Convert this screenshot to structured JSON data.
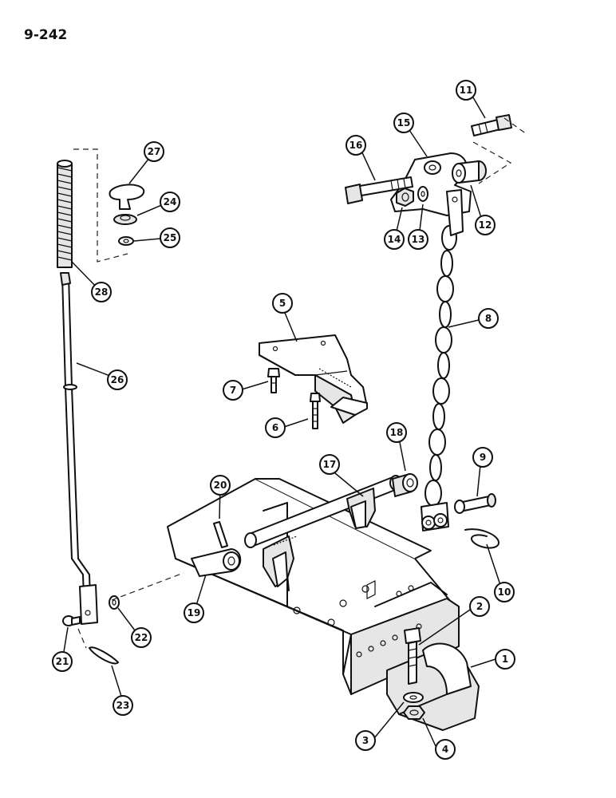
{
  "page_number": "9-242",
  "callouts": [
    {
      "id": "c1",
      "label": "1"
    },
    {
      "id": "c2",
      "label": "2"
    },
    {
      "id": "c3",
      "label": "3"
    },
    {
      "id": "c4",
      "label": "4"
    },
    {
      "id": "c5",
      "label": "5"
    },
    {
      "id": "c6",
      "label": "6"
    },
    {
      "id": "c7",
      "label": "7"
    },
    {
      "id": "c8",
      "label": "8"
    },
    {
      "id": "c9",
      "label": "9"
    },
    {
      "id": "c10",
      "label": "10"
    },
    {
      "id": "c11",
      "label": "11"
    },
    {
      "id": "c12",
      "label": "12"
    },
    {
      "id": "c13",
      "label": "13"
    },
    {
      "id": "c14",
      "label": "14"
    },
    {
      "id": "c15",
      "label": "15"
    },
    {
      "id": "c16",
      "label": "16"
    },
    {
      "id": "c17",
      "label": "17"
    },
    {
      "id": "c18",
      "label": "18"
    },
    {
      "id": "c19",
      "label": "19"
    },
    {
      "id": "c20",
      "label": "20"
    },
    {
      "id": "c21",
      "label": "21"
    },
    {
      "id": "c22",
      "label": "22"
    },
    {
      "id": "c23",
      "label": "23"
    },
    {
      "id": "c24",
      "label": "24"
    },
    {
      "id": "c25",
      "label": "25"
    },
    {
      "id": "c26",
      "label": "26"
    },
    {
      "id": "c27",
      "label": "27"
    },
    {
      "id": "c28",
      "label": "28"
    }
  ]
}
